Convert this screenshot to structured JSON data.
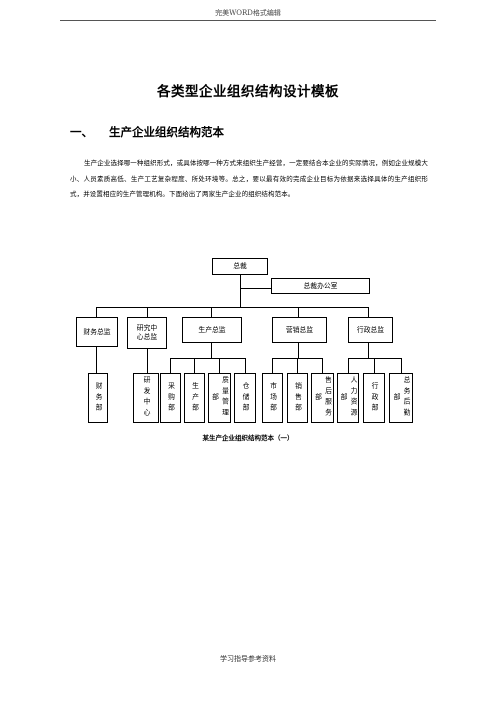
{
  "header": {
    "text": "完美WORD格式编辑"
  },
  "title": "各类型企业组织结构设计模板",
  "section": {
    "number": "一、",
    "heading": "生产企业组织结构范本"
  },
  "paragraph": "生产企业选择哪一种组织形式，或具体按哪一种方式来组织生产经营，一定要结合本企业的实际情况，例如企业规模大小、人员素质高低、生产工艺复杂程度、所处环境等。总之，要以最有效的完成企业目标为依据来选择具体的生产组织形式，并设置相应的生产管理机构。下面给出了两家生产企业的组织结构范本。",
  "org": {
    "top": "总裁",
    "office": "总裁办公室",
    "level2": [
      "财务总监",
      "研究中心总监",
      "生产总监",
      "营销总监",
      "行政总监"
    ],
    "departments": [
      "财务部",
      "研发中心",
      "采购部",
      "生产部",
      "质量管理部",
      "仓储部",
      "市场部",
      "销售部",
      "售后服务部",
      "人力资源部",
      "行政部",
      "总务后勤部"
    ]
  },
  "caption": "某生产企业组织结构范本（一）",
  "footer": {
    "text": "学习指导参考资料"
  }
}
